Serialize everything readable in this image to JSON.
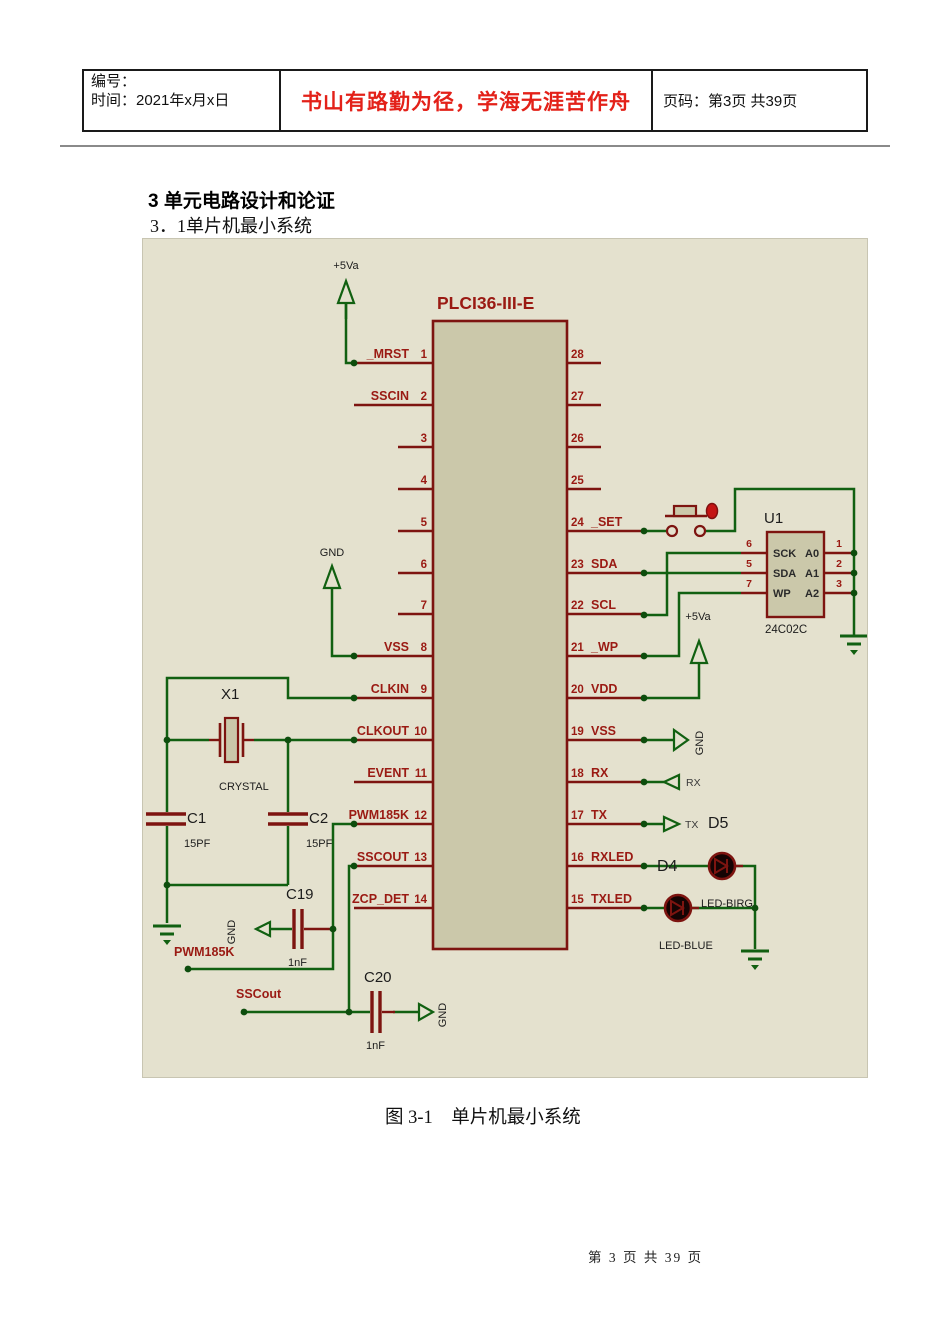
{
  "header": {
    "num_label": "编号：",
    "time_label": "时间：2021年x月x日",
    "motto": "书山有路勤为径，学海无涯苦作舟",
    "page_info": "页码：第3页 共39页"
  },
  "body": {
    "heading": "3 单元电路设计和论证",
    "subheading": "3．1单片机最小系统",
    "caption": "图 3-1　单片机最小系统",
    "page_footer": "第 3 页 共 39 页"
  },
  "schematic": {
    "colors": {
      "panel_bg": "#e4e1ce",
      "chip_fill": "#cbc8aa",
      "part_red": "#7d1410",
      "text_red": "#9a1a13",
      "text_black": "#1c1c1c",
      "text_grey": "#3a3a3a",
      "wire_green": "#116011",
      "dot_green": "#0d4d0d",
      "actuator_red": "#c41414"
    },
    "main_chip": {
      "title": "PLCI36-III-E",
      "left_pins": [
        {
          "num": "1",
          "label": "_MRST"
        },
        {
          "num": "2",
          "label": "SSCIN"
        },
        {
          "num": "3",
          "label": ""
        },
        {
          "num": "4",
          "label": ""
        },
        {
          "num": "5",
          "label": ""
        },
        {
          "num": "6",
          "label": ""
        },
        {
          "num": "7",
          "label": ""
        },
        {
          "num": "8",
          "label": "VSS"
        },
        {
          "num": "9",
          "label": "CLKIN"
        },
        {
          "num": "10",
          "label": "CLKOUT"
        },
        {
          "num": "11",
          "label": "EVENT"
        },
        {
          "num": "12",
          "label": "PWM185K"
        },
        {
          "num": "13",
          "label": "SSCOUT"
        },
        {
          "num": "14",
          "label": "ZCP_DET"
        }
      ],
      "right_pins": [
        {
          "num": "28",
          "label": ""
        },
        {
          "num": "27",
          "label": ""
        },
        {
          "num": "26",
          "label": ""
        },
        {
          "num": "25",
          "label": ""
        },
        {
          "num": "24",
          "label": "_SET"
        },
        {
          "num": "23",
          "label": "SDA"
        },
        {
          "num": "22",
          "label": "SCL"
        },
        {
          "num": "21",
          "label": "_WP"
        },
        {
          "num": "20",
          "label": "VDD"
        },
        {
          "num": "19",
          "label": "VSS"
        },
        {
          "num": "18",
          "label": "RX"
        },
        {
          "num": "17",
          "label": "TX"
        },
        {
          "num": "16",
          "label": "RXLED"
        },
        {
          "num": "15",
          "label": "TXLED"
        }
      ]
    },
    "u1": {
      "ref": "U1",
      "value": "24C02C",
      "left_pins": [
        {
          "num": "6",
          "name": "SCK"
        },
        {
          "num": "5",
          "name": "SDA"
        },
        {
          "num": "7",
          "name": "WP"
        }
      ],
      "right_pins": [
        {
          "num": "1",
          "name": "A0"
        },
        {
          "num": "2",
          "name": "A1"
        },
        {
          "num": "3",
          "name": "A2"
        }
      ]
    },
    "x1": {
      "ref": "X1",
      "value": "CRYSTAL"
    },
    "c1": {
      "ref": "C1",
      "value": "15PF"
    },
    "c2": {
      "ref": "C2",
      "value": "15PF"
    },
    "c19": {
      "ref": "C19",
      "value": "1nF"
    },
    "c20": {
      "ref": "C20",
      "value": "1nF"
    },
    "d5": {
      "ref": "D5",
      "value": "LED-BIRG"
    },
    "d4": {
      "ref": "D4",
      "value": "LED-BLUE"
    },
    "power": {
      "vcc": "+5Va",
      "gnd": "GND",
      "rx": "RX",
      "tx": "TX"
    }
  }
}
